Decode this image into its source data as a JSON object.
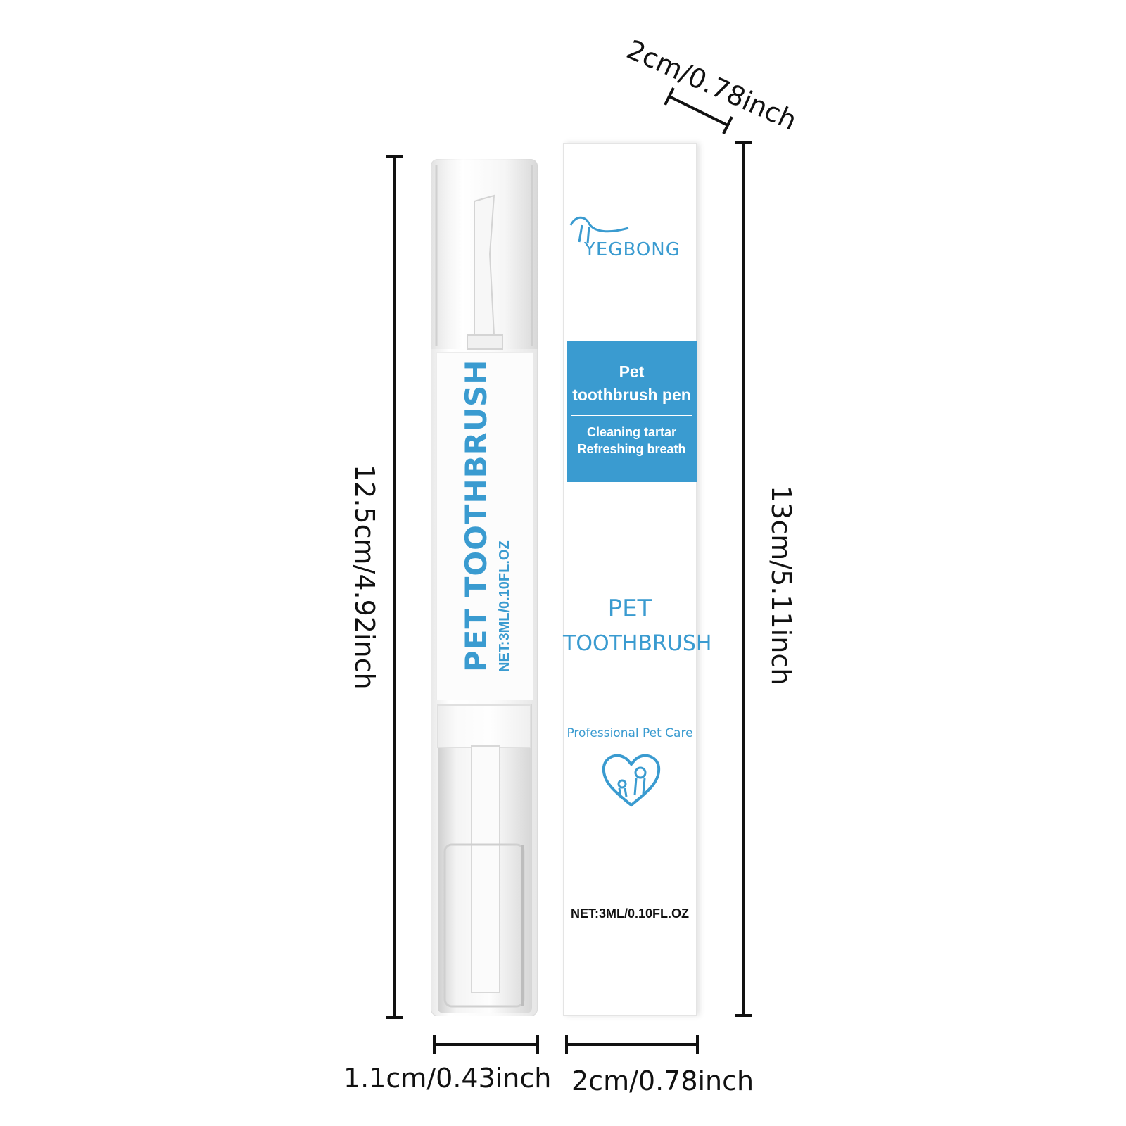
{
  "dimensions": {
    "pen_height": "12.5cm/4.92inch",
    "pen_width": "1.1cm/0.43inch",
    "box_height": "13cm/5.11inch",
    "box_width_bottom": "2cm/0.78inch",
    "box_depth_top": "2cm/0.78inch"
  },
  "pen": {
    "title": "PET TOOTHBRUSH",
    "net": "NET:3ML/0.10FL.OZ"
  },
  "box": {
    "brand": "YEGBONG",
    "band_title_line1": "Pet",
    "band_title_line2": "toothbrush pen",
    "band_sub_line1": "Cleaning tartar",
    "band_sub_line2": "Refreshing breath",
    "product_line1": "PET",
    "product_line2": "TOOTHBRUSH",
    "tagline": "Professional Pet Care",
    "net": "NET:3ML/0.10FL.OZ"
  },
  "colors": {
    "brand_blue": "#3a9bd0",
    "line": "#111111"
  }
}
